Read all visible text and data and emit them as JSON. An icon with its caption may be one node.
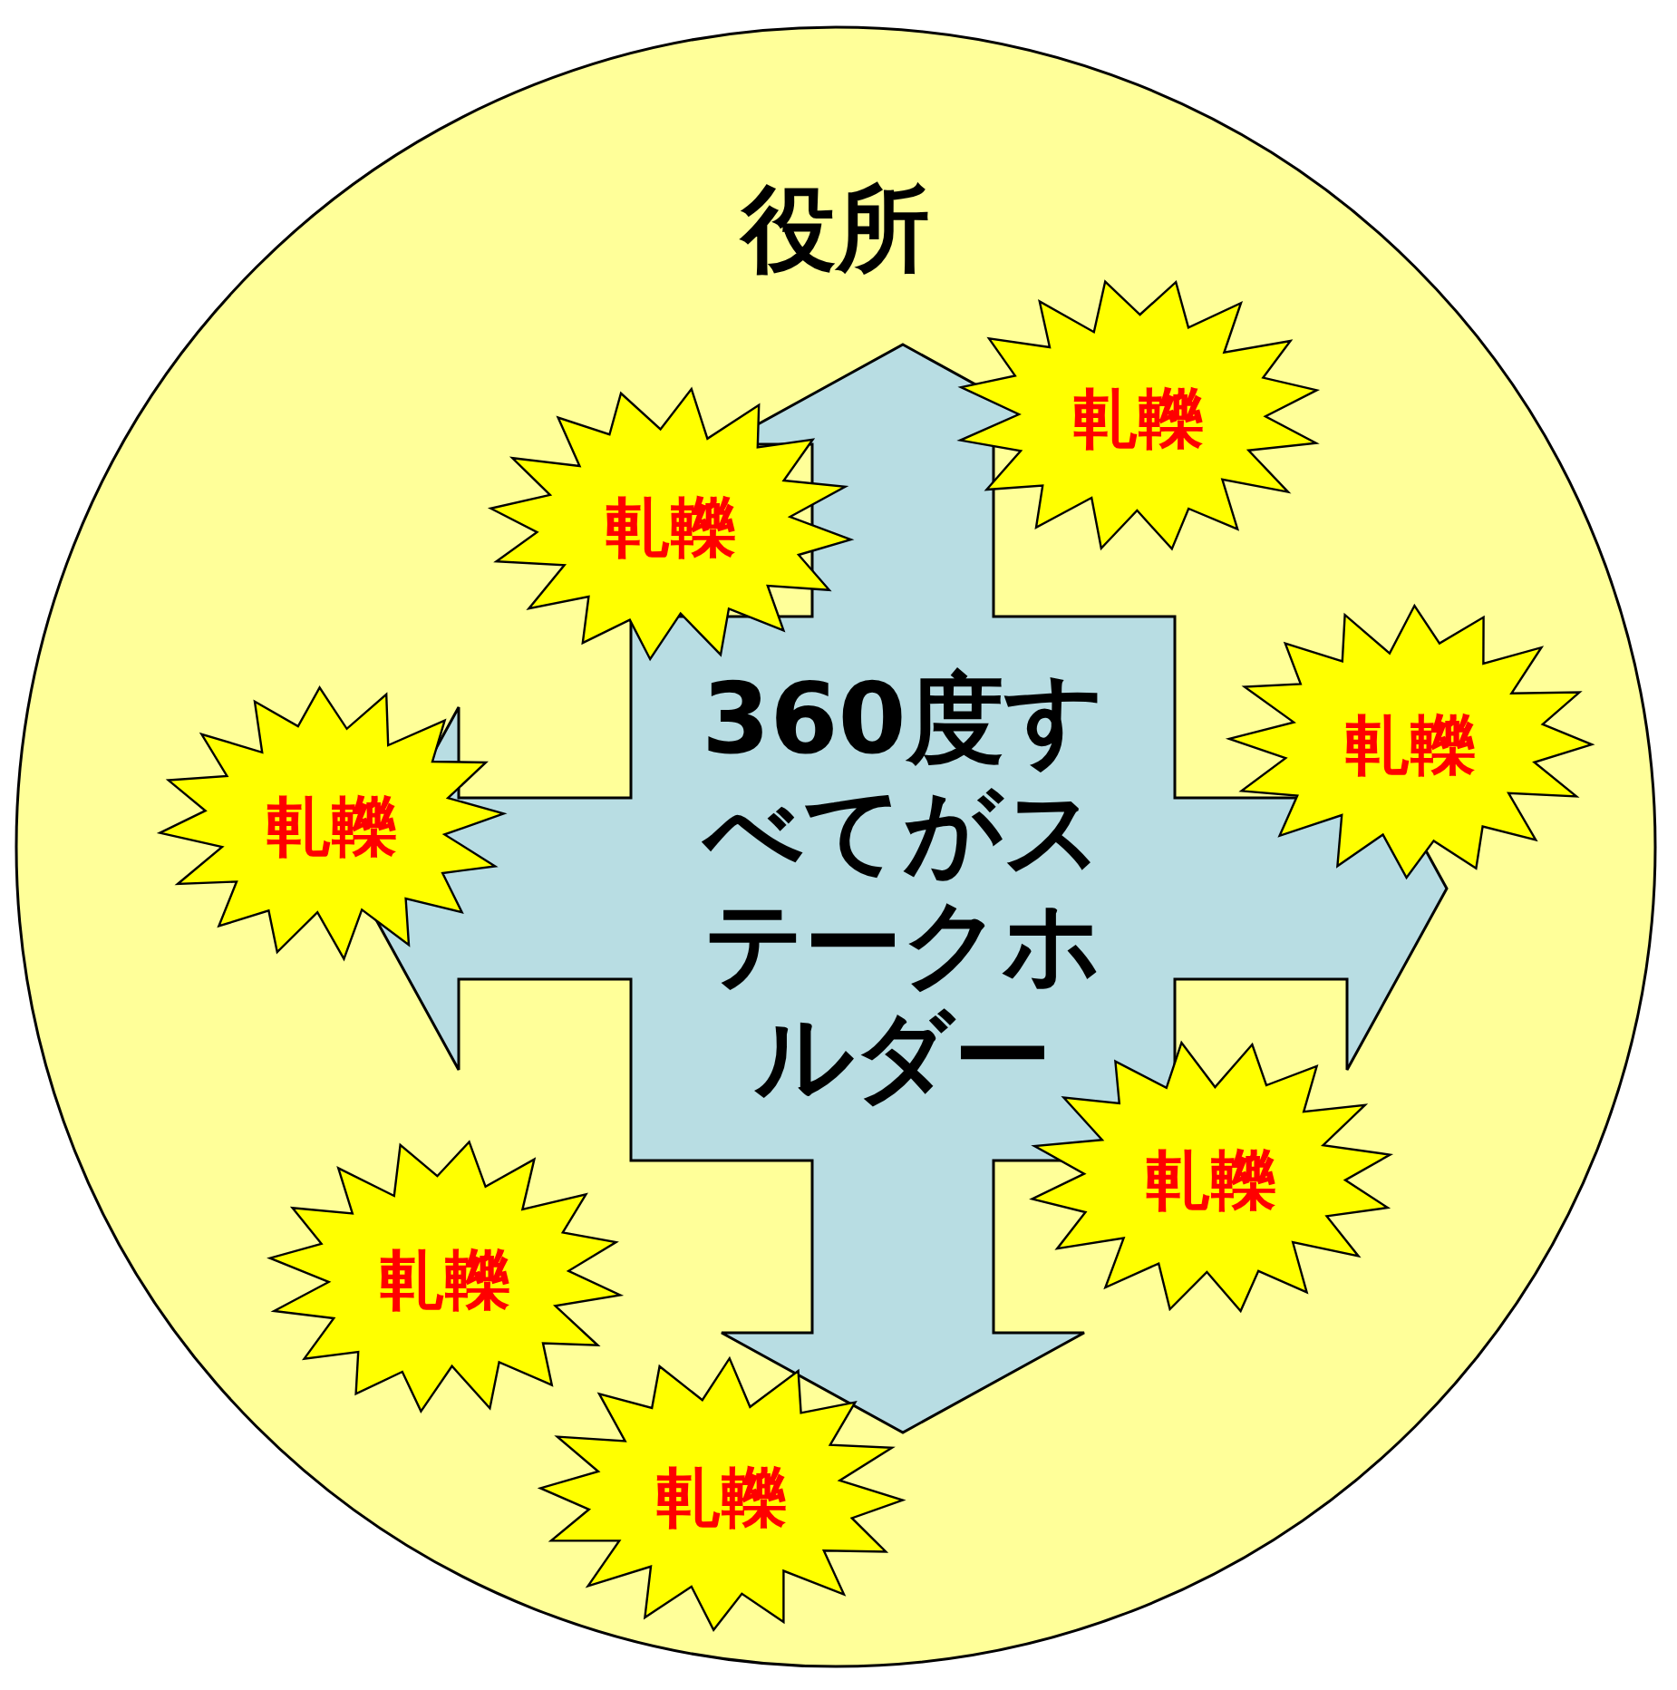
{
  "diagram": {
    "nodes": [
      {
        "text": [
          "役所"
        ]
      },
      {
        "text": [
          "360度すべてがステークホルダー"
        ],
        "in": 0
      },
      {
        "text": [
          "軋轢"
        ],
        "in": 0
      },
      {
        "text": [
          "軋轢"
        ],
        "in": 0
      },
      {
        "text": [
          "軋轢"
        ],
        "in": 0
      },
      {
        "text": [
          "軋轢"
        ],
        "in": 0
      },
      {
        "text": [
          "軋轢"
        ],
        "in": 0
      },
      {
        "text": [
          "軋轢"
        ],
        "in": 0
      },
      {
        "text": [
          "軋轢"
        ],
        "in": 0
      }
    ]
  }
}
